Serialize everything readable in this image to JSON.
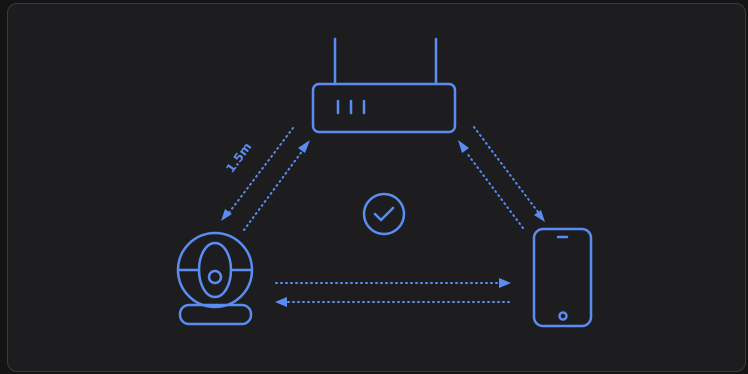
{
  "setup_diagram": {
    "distance_label": "1.5m",
    "accent_color": "#5b8cf2",
    "background_color": "#1d1d1f",
    "devices": [
      {
        "name": "router",
        "icon": "router-icon"
      },
      {
        "name": "camera",
        "icon": "camera-icon"
      },
      {
        "name": "phone",
        "icon": "phone-icon"
      }
    ],
    "status_icon": "check-circle-icon",
    "status": "connected"
  }
}
